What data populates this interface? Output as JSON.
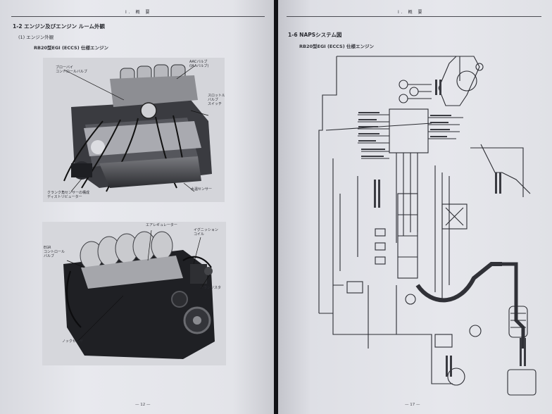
{
  "left_page": {
    "running_head": "I. 概 要",
    "section_title": "1-2 エンジン及びエンジン ルーム外観",
    "subsection": "(1) エンジン外観",
    "engine_label": "RB20型EGI (ECCS) 仕様エンジン",
    "top_photo_labels": {
      "air_regulator_top": "AACバルブ\n(IAAバルブ)",
      "blow_by": "ブローバイ\nコントロールバルブ",
      "throttle_chamber": "スロットル\nバルブ\nスイッチ",
      "crank_angle": "クランク角センサーの構成\nディストリビューター",
      "water_temp": "水温センサー"
    },
    "bottom_photo_labels": {
      "air_regulator": "エアレギュレーター",
      "ignition_coil": "イグニッション\nコイル",
      "egr": "EGR\nコントロール\nバルブ",
      "transistor": "トランジスタ",
      "knock_sensor": "ノックセンサ"
    },
    "folio": "— 12 —"
  },
  "right_page": {
    "running_head": "I. 概 要",
    "section_title": "1-6 NAPSシステム図",
    "engine_label": "RB20型EGI (ECCS) 仕様エンジン",
    "folio": "— 17 —"
  },
  "colors": {
    "paper": "#e6e7ec",
    "ink": "#2a2b31",
    "photo_dark": "#1e1f23",
    "binding": "#111216"
  }
}
